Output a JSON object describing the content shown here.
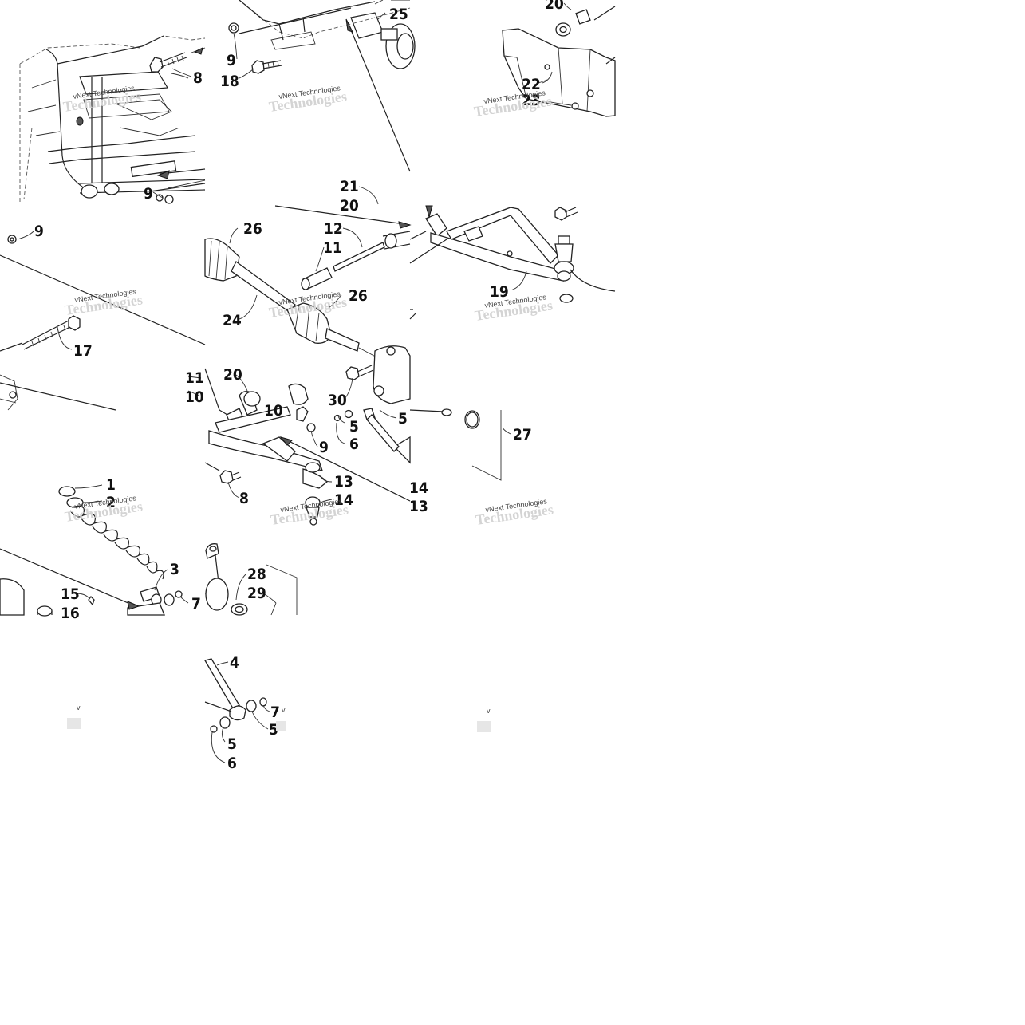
{
  "labels": [
    {
      "id": "l20a",
      "text": "20"
    },
    {
      "id": "l8a",
      "text": "8"
    },
    {
      "id": "l9a",
      "text": "9"
    },
    {
      "id": "l18",
      "text": "18"
    },
    {
      "id": "l25",
      "text": "25"
    },
    {
      "id": "l22",
      "text": "22"
    },
    {
      "id": "l23",
      "text": "23"
    },
    {
      "id": "l9b",
      "text": "9"
    },
    {
      "id": "l21",
      "text": "21"
    },
    {
      "id": "l20b",
      "text": "20"
    },
    {
      "id": "l9c",
      "text": "9"
    },
    {
      "id": "l26a",
      "text": "26"
    },
    {
      "id": "l12",
      "text": "12"
    },
    {
      "id": "l11a",
      "text": "11"
    },
    {
      "id": "l26b",
      "text": "26"
    },
    {
      "id": "l24",
      "text": "24"
    },
    {
      "id": "l19",
      "text": "19"
    },
    {
      "id": "l17",
      "text": "17"
    },
    {
      "id": "l11b",
      "text": "11"
    },
    {
      "id": "l10a",
      "text": "10"
    },
    {
      "id": "l20c",
      "text": "20"
    },
    {
      "id": "l30",
      "text": "30"
    },
    {
      "id": "l10b",
      "text": "10"
    },
    {
      "id": "l5a",
      "text": "5"
    },
    {
      "id": "l6a",
      "text": "6"
    },
    {
      "id": "l9d",
      "text": "9"
    },
    {
      "id": "l5b",
      "text": "5"
    },
    {
      "id": "l27",
      "text": "27"
    },
    {
      "id": "l13a",
      "text": "13"
    },
    {
      "id": "l8b",
      "text": "8"
    },
    {
      "id": "l14a",
      "text": "14"
    },
    {
      "id": "l14b",
      "text": "14"
    },
    {
      "id": "l13b",
      "text": "13"
    },
    {
      "id": "l1",
      "text": "1"
    },
    {
      "id": "l2",
      "text": "2"
    },
    {
      "id": "l3",
      "text": "3"
    },
    {
      "id": "l15",
      "text": "15"
    },
    {
      "id": "l16",
      "text": "16"
    },
    {
      "id": "l7a",
      "text": "7"
    },
    {
      "id": "l28",
      "text": "28"
    },
    {
      "id": "l29",
      "text": "29"
    },
    {
      "id": "l4",
      "text": "4"
    },
    {
      "id": "l7b",
      "text": "7"
    },
    {
      "id": "l5c",
      "text": "5"
    },
    {
      "id": "l5d",
      "text": "5"
    },
    {
      "id": "l6b",
      "text": "6"
    }
  ],
  "watermark": {
    "text": "vNext Technologies",
    "logo": "Technologies",
    "clipped": "vl"
  }
}
